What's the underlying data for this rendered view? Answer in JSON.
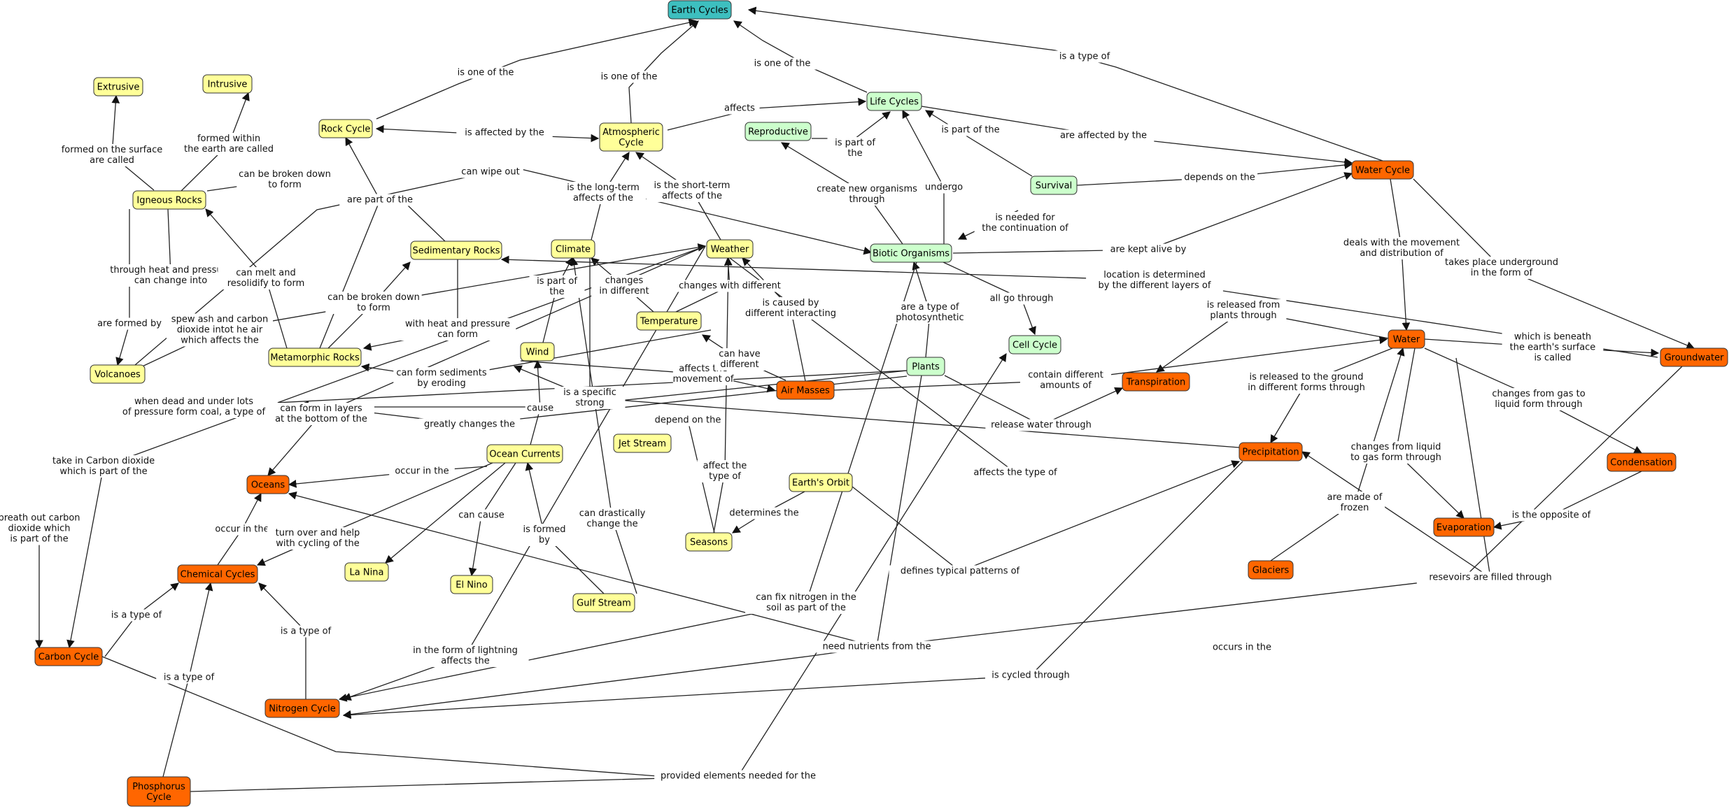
{
  "colors": {
    "teal": "#3dbfbf",
    "yellow": "#ffff99",
    "green": "#ccffcc",
    "orange": "#ff6600",
    "border": "#333333",
    "line": "#222222"
  },
  "nodes": [
    {
      "id": "earth",
      "label": "Earth Cycles",
      "color": "teal"
    },
    {
      "id": "rock",
      "label": "Rock Cycle",
      "color": "yellow"
    },
    {
      "id": "atmo",
      "label": "Atmospheric\nCycle",
      "color": "yellow"
    },
    {
      "id": "life",
      "label": "Life Cycles",
      "color": "green"
    },
    {
      "id": "repro",
      "label": "Reproductive",
      "color": "green"
    },
    {
      "id": "survival",
      "label": "Survival",
      "color": "green"
    },
    {
      "id": "watercycle",
      "label": "Water Cycle",
      "color": "orange"
    },
    {
      "id": "extrusive",
      "label": "Extrusive",
      "color": "yellow"
    },
    {
      "id": "intrusive",
      "label": "Intrusive",
      "color": "yellow"
    },
    {
      "id": "igneous",
      "label": "Igneous Rocks",
      "color": "yellow"
    },
    {
      "id": "sed",
      "label": "Sedimentary Rocks",
      "color": "yellow"
    },
    {
      "id": "climate",
      "label": "Climate",
      "color": "yellow"
    },
    {
      "id": "weather",
      "label": "Weather",
      "color": "yellow"
    },
    {
      "id": "biotic",
      "label": "Biotic Organisms",
      "color": "green"
    },
    {
      "id": "volcanoes",
      "label": "Volcanoes",
      "color": "yellow"
    },
    {
      "id": "meta",
      "label": "Metamorphic Rocks",
      "color": "yellow"
    },
    {
      "id": "temp",
      "label": "Temperature",
      "color": "yellow"
    },
    {
      "id": "wind",
      "label": "Wind",
      "color": "yellow"
    },
    {
      "id": "plants",
      "label": "Plants",
      "color": "green"
    },
    {
      "id": "cellcycle",
      "label": "Cell Cycle",
      "color": "green"
    },
    {
      "id": "water",
      "label": "Water",
      "color": "orange"
    },
    {
      "id": "groundwater",
      "label": "Groundwater",
      "color": "orange"
    },
    {
      "id": "transp",
      "label": "Transpiration",
      "color": "orange"
    },
    {
      "id": "airmasses",
      "label": "Air Masses",
      "color": "orange"
    },
    {
      "id": "jet",
      "label": "Jet Stream",
      "color": "yellow"
    },
    {
      "id": "oceancur",
      "label": "Ocean Currents",
      "color": "yellow"
    },
    {
      "id": "oceans",
      "label": "Oceans",
      "color": "orange"
    },
    {
      "id": "orbit",
      "label": "Earth's Orbit",
      "color": "yellow"
    },
    {
      "id": "precip",
      "label": "Precipitation",
      "color": "orange"
    },
    {
      "id": "condens",
      "label": "Condensation",
      "color": "orange"
    },
    {
      "id": "evap",
      "label": "Evaporation",
      "color": "orange"
    },
    {
      "id": "seasons",
      "label": "Seasons",
      "color": "yellow"
    },
    {
      "id": "chemical",
      "label": "Chemical Cycles",
      "color": "orange"
    },
    {
      "id": "lanina",
      "label": "La Nina",
      "color": "yellow"
    },
    {
      "id": "elnino",
      "label": "El Nino",
      "color": "yellow"
    },
    {
      "id": "gulf",
      "label": "Gulf Stream",
      "color": "yellow"
    },
    {
      "id": "glaciers",
      "label": "Glaciers",
      "color": "orange"
    },
    {
      "id": "carbon",
      "label": "Carbon Cycle",
      "color": "orange"
    },
    {
      "id": "nitrogen",
      "label": "Nitrogen Cycle",
      "color": "orange"
    },
    {
      "id": "phos",
      "label": "Phosphorus\nCycle",
      "color": "orange"
    }
  ],
  "links": [
    {
      "text": "is one of the"
    },
    {
      "text": "is one of the"
    },
    {
      "text": "is one of the"
    },
    {
      "text": "is a type of"
    },
    {
      "text": "affects"
    },
    {
      "text": "is affected by the"
    },
    {
      "text": "is part of\nthe"
    },
    {
      "text": "is part of the"
    },
    {
      "text": "are affected by the"
    },
    {
      "text": "depends on the"
    },
    {
      "text": "formed on the surface\nare called"
    },
    {
      "text": "formed within\nthe earth are called"
    },
    {
      "text": "can be broken down\nto form"
    },
    {
      "text": "are part of the"
    },
    {
      "text": "can wipe out"
    },
    {
      "text": "is the long-term\naffects of the"
    },
    {
      "text": "is the short-term\naffects of the"
    },
    {
      "text": "create new organisms\nthrough"
    },
    {
      "text": "undergo"
    },
    {
      "text": "is needed for\nthe continuation of"
    },
    {
      "text": "are kept alive by"
    },
    {
      "text": "deals with the movement\nand distribution of"
    },
    {
      "text": "takes place underground\nin the form of"
    },
    {
      "text": "through heat and pressure\ncan change into"
    },
    {
      "text": "can melt and\nresolidify to form"
    },
    {
      "text": "can be broken down\nto form"
    },
    {
      "text": "are formed by"
    },
    {
      "text": "spew ash and carbon\ndioxide intot he air\nwhich affects the"
    },
    {
      "text": "with heat and pressure\ncan form"
    },
    {
      "text": "is part of\nthe"
    },
    {
      "text": "changes\nin different"
    },
    {
      "text": "changes with different"
    },
    {
      "text": "is caused by\ndifferent interacting"
    },
    {
      "text": "location is determined\nby the different layers of"
    },
    {
      "text": "all go through"
    },
    {
      "text": "are a type of\nphotosynthetic"
    },
    {
      "text": "is released from\nplants through"
    },
    {
      "text": "which is beneath\nthe earth's surface\nis called"
    },
    {
      "text": "can form sediments\nby eroding"
    },
    {
      "text": "affects the\nmovement of"
    },
    {
      "text": "can have\ndifferent"
    },
    {
      "text": "contain different\namounts of"
    },
    {
      "text": "is released to the ground\nin different forms through"
    },
    {
      "text": "changes from gas to\nliquid form through"
    },
    {
      "text": "when dead and under lots\nof pressure form coal, a type of"
    },
    {
      "text": "can form in layers\nat the bottom of the"
    },
    {
      "text": "is a specific\nstrong"
    },
    {
      "text": "greatly changes the"
    },
    {
      "text": "depend on the"
    },
    {
      "text": "release water through"
    },
    {
      "text": "cause"
    },
    {
      "text": "take in Carbon dioxide\nwhich is part of the"
    },
    {
      "text": "occur in the"
    },
    {
      "text": "affects the type of"
    },
    {
      "text": "affect the\ntype of"
    },
    {
      "text": "changes from liquid\nto gas form through"
    },
    {
      "text": "is formed\nby"
    },
    {
      "text": "can cause"
    },
    {
      "text": "can drastically\nchange the"
    },
    {
      "text": "determines the"
    },
    {
      "text": "are made of\nfrozen"
    },
    {
      "text": "is the opposite of"
    },
    {
      "text": "breath out carbon\ndioxide which\nis part of the"
    },
    {
      "text": "occur in the"
    },
    {
      "text": "turn over and help\nwith cycling of the"
    },
    {
      "text": "defines typical patterns of"
    },
    {
      "text": "resevoirs are filled through"
    },
    {
      "text": "can fix nitrogen in the\nsoil as part of the"
    },
    {
      "text": "is a type of"
    },
    {
      "text": "is a type of"
    },
    {
      "text": "occurs in the"
    },
    {
      "text": "in the form of lightning\naffects the"
    },
    {
      "text": "need nutrients from the"
    },
    {
      "text": "is cycled through"
    },
    {
      "text": "is a type of"
    },
    {
      "text": "provided elements needed for the"
    }
  ]
}
